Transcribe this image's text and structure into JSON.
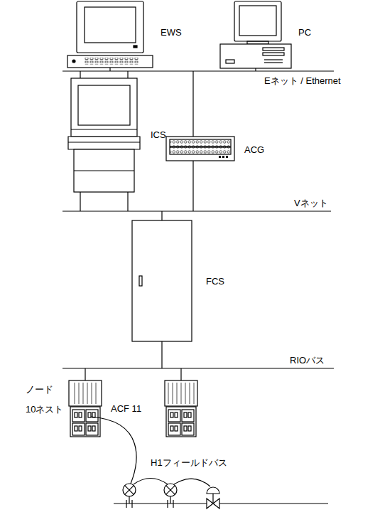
{
  "diagram": {
    "labels": [
      "EWS",
      "PC",
      "Eネット / Ethernet",
      "ICS",
      "ACG",
      "Vネット",
      "FCS",
      "RIOバス",
      "ノード",
      "10ネスト",
      "ACF 11",
      "H1フィールドバス"
    ]
  }
}
